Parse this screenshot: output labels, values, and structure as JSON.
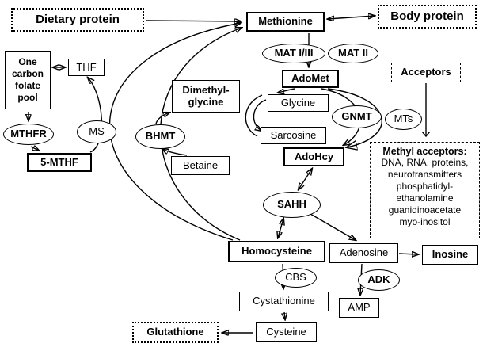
{
  "colors": {
    "ink": "#000000",
    "paper": "#ffffff"
  },
  "nodes": {
    "dietary_protein": {
      "label": "Dietary protein"
    },
    "body_protein": {
      "label": "Body protein"
    },
    "methionine": {
      "label": "Methionine"
    },
    "one_carbon_pool": {
      "label": "One carbon folate pool"
    },
    "thf": {
      "label": "THF"
    },
    "mthfr": {
      "label": "MTHFR"
    },
    "five_mthf": {
      "label": "5-MTHF"
    },
    "ms": {
      "label": "MS"
    },
    "bhmt": {
      "label": "BHMT"
    },
    "dimethylglycine": {
      "label": "Dimethyl-glycine"
    },
    "betaine": {
      "label": "Betaine"
    },
    "mat1": {
      "label": "MAT I/III"
    },
    "mat2": {
      "label": "MAT II"
    },
    "adomet": {
      "label": "AdoMet"
    },
    "glycine": {
      "label": "Glycine"
    },
    "sarcosine": {
      "label": "Sarcosine"
    },
    "gnmt": {
      "label": "GNMT"
    },
    "mts": {
      "label": "MTs"
    },
    "acceptors": {
      "label": "Acceptors"
    },
    "adohcy": {
      "label": "AdoHcy"
    },
    "methyl_acceptors": {
      "title": "Methyl acceptors:",
      "items": "DNA, RNA, proteins,\nneurotransmitters\nphosphatidyl-\nethanolamine\nguanidinoacetate\nmyo-inositol"
    },
    "sahh": {
      "label": "SAHH"
    },
    "homocysteine": {
      "label": "Homocysteine"
    },
    "adenosine": {
      "label": "Adenosine"
    },
    "inosine": {
      "label": "Inosine"
    },
    "cbs": {
      "label": "CBS"
    },
    "adk": {
      "label": "ADK"
    },
    "cystathionine": {
      "label": "Cystathionine"
    },
    "amp": {
      "label": "AMP"
    },
    "cysteine": {
      "label": "Cysteine"
    },
    "glutathione": {
      "label": "Glutathione"
    }
  }
}
